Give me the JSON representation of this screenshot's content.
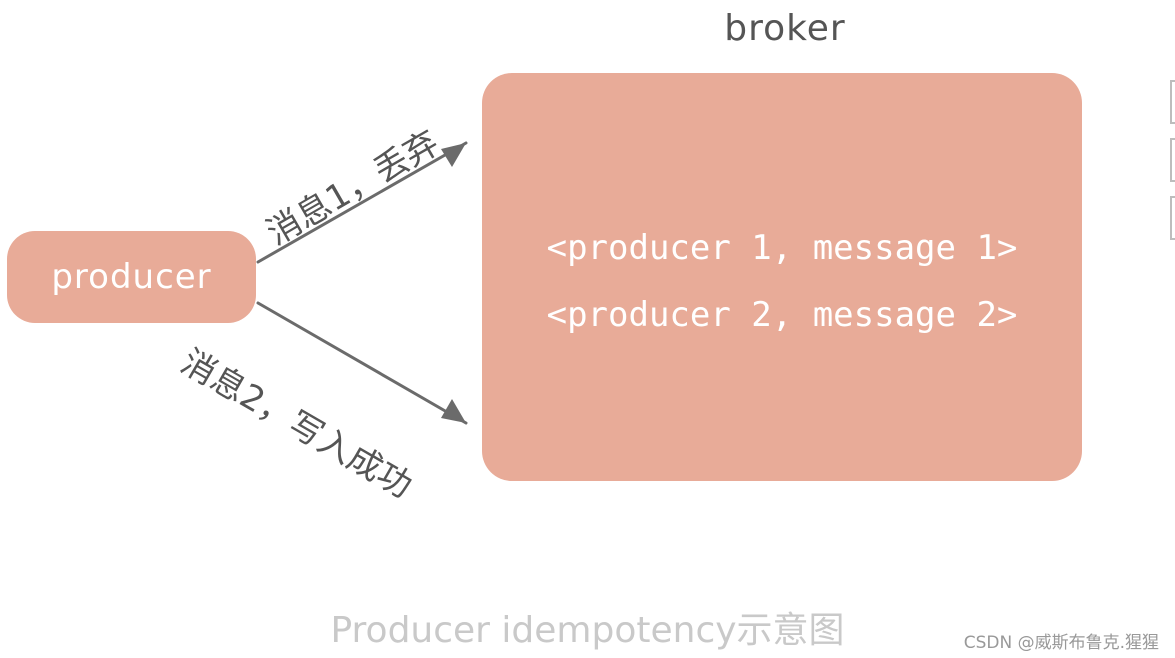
{
  "diagram": {
    "producer_label": "producer",
    "broker_title": "broker",
    "broker_entries": [
      "<producer 1, message 1>",
      "<producer 2, message 2>"
    ],
    "arrow_labels": {
      "message1": "消息1，丢弃",
      "message2": "消息2，写入成功"
    },
    "caption": "Producer idempotency示意图",
    "watermark": "CSDN @威斯布鲁克.猩猩"
  },
  "colors": {
    "box_fill": "#e8ab98",
    "box_text": "#ffffff",
    "arrow": "#6b6b6b",
    "label_text": "#555555",
    "caption_text": "#c9c9c9"
  }
}
